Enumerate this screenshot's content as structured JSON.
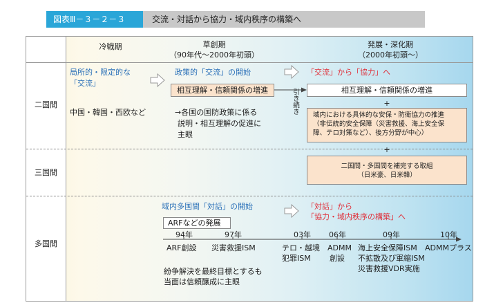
{
  "header": {
    "figure_label": "図表Ⅲ－３－２－３",
    "title": "交流・対話から協力・域内秩序の構築へ"
  },
  "columns": {
    "cold_war": "冷戦期",
    "early_title": "草創期",
    "early_sub": "（90年代〜2000年初頭）",
    "dev_title": "発展・深化期",
    "dev_sub": "（2000年初頭〜）"
  },
  "rows": {
    "bilateral": "二国間",
    "trilateral": "三国間",
    "multilateral": "多国間"
  },
  "bilateral": {
    "cold_line1": "局所的・限定的な",
    "cold_line2": "「交流」",
    "cold_countries": "中国・韓国・西欧など",
    "early_heading": "政策的「交流」の開始",
    "early_box": "相互理解・信頼関係の増進",
    "early_line1": "→各国の国防政策に係る",
    "early_line2": "説明・相互理解の促進に",
    "early_line3": "主眼",
    "continue_label": "引き続き",
    "dev_heading": "「交流」から「協力」へ",
    "dev_box": "相互理解・信頼関係の増進",
    "plus": "+",
    "coop_line1": "域内における具体的な安保・防衛協力の推進",
    "coop_line2": "（非伝統的安全保障（災害救援、海上安全保",
    "coop_line3": "障、テロ対策など）、後方分野が中心）"
  },
  "trilateral": {
    "plus": "+",
    "box_line1": "二国間・多国間を補完する取組",
    "box_line2": "（日米豪、日米韓）"
  },
  "multilateral": {
    "early_heading": "域内多国間「対話」の開始",
    "arf_box": "ARFなどの発展",
    "dev_heading_line1": "「対話」から",
    "dev_heading_line2": "「協力・域内秩序の構築」へ",
    "years": [
      "94年",
      "97年",
      "03年",
      "06年",
      "09年",
      "10年"
    ],
    "ev_94": "ARF創設",
    "ev_97": "災害救援ISM",
    "ev_03_line1": "テロ・越境",
    "ev_03_line2": "犯罪ISM",
    "ev_06_line1": "ADMM",
    "ev_06_line2": "創設",
    "ev_09_line1": "海上安全保障ISM",
    "ev_09_line2": "不拡散及び軍縮ISM",
    "ev_09_line3": "災害救援VDR実施",
    "ev_10": "ADMMプラス",
    "note_line1": "紛争解決を最終目標とするも",
    "note_line2": "当面は信頼醸成に主眼"
  },
  "colors": {
    "label_blue": "#2aa6d8",
    "accent_blue": "#2a70b8",
    "accent_red": "#e0303a",
    "box_orange": "#fbe3cc"
  }
}
